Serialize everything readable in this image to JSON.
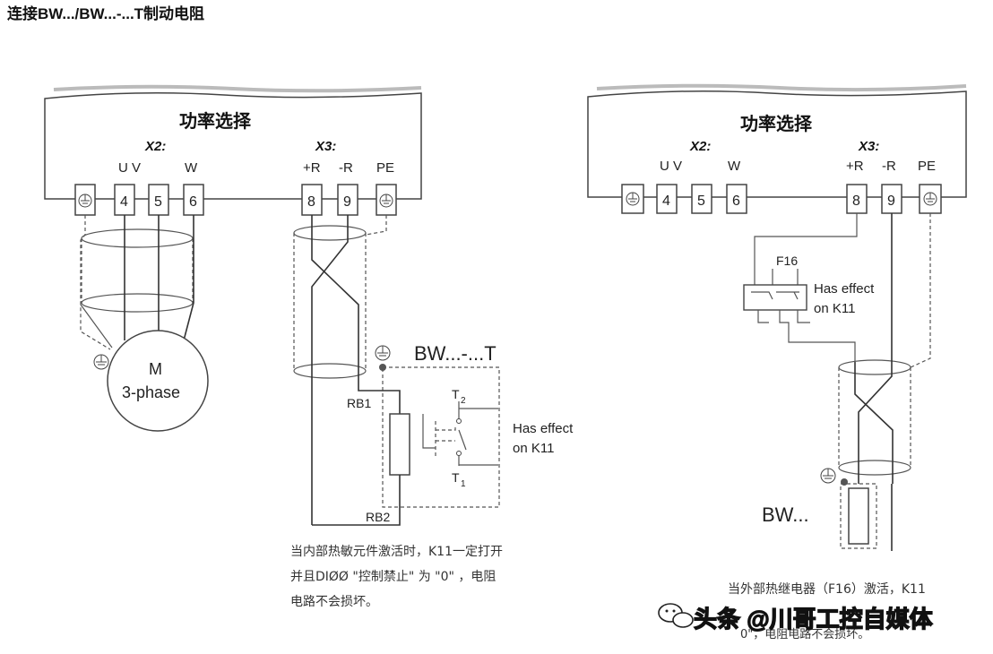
{
  "title": "连接BW.../BW...-...T制动电阻",
  "left": {
    "header": "功率选择",
    "x2": "X2:",
    "x3": "X3:",
    "label_uv": "U V",
    "label_w": "W",
    "label_plus_r": "+R",
    "label_minus_r": "-R",
    "label_pe": "PE",
    "term_4": "4",
    "term_5": "5",
    "term_6": "6",
    "term_8": "8",
    "term_9": "9",
    "motor_m": "M",
    "motor_phase": "3-phase",
    "bw_label": "BW...-...T",
    "rb1": "RB1",
    "rb2": "RB2",
    "t2_main": "T",
    "t2_sub": "2",
    "t1_main": "T",
    "t1_sub": "1",
    "has_effect_1": "Has effect",
    "has_effect_2": "on K11",
    "caption_1": "当内部热敏元件激活时，K11一定打开",
    "caption_2": "并且DIØØ \"控制禁止\" 为 \"0\" ，电阻",
    "caption_3": "电路不会损坏。"
  },
  "right": {
    "header": "功率选择",
    "x2": "X2:",
    "x3": "X3:",
    "label_uv": "U V",
    "label_w": "W",
    "label_plus_r": "+R",
    "label_minus_r": "-R",
    "label_pe": "PE",
    "term_4": "4",
    "term_5": "5",
    "term_6": "6",
    "term_8": "8",
    "term_9": "9",
    "f16": "F16",
    "has_effect_1": "Has effect",
    "has_effect_2": "on K11",
    "bw_label": "BW...",
    "caption_1": "当外部热继电器（F16）激活，K11",
    "caption_2": "0\"，电阻电路不会损坏。"
  },
  "watermark": "头条 @川哥工控自媒体",
  "icons": [
    "ground-icon",
    "wechat-icon"
  ]
}
